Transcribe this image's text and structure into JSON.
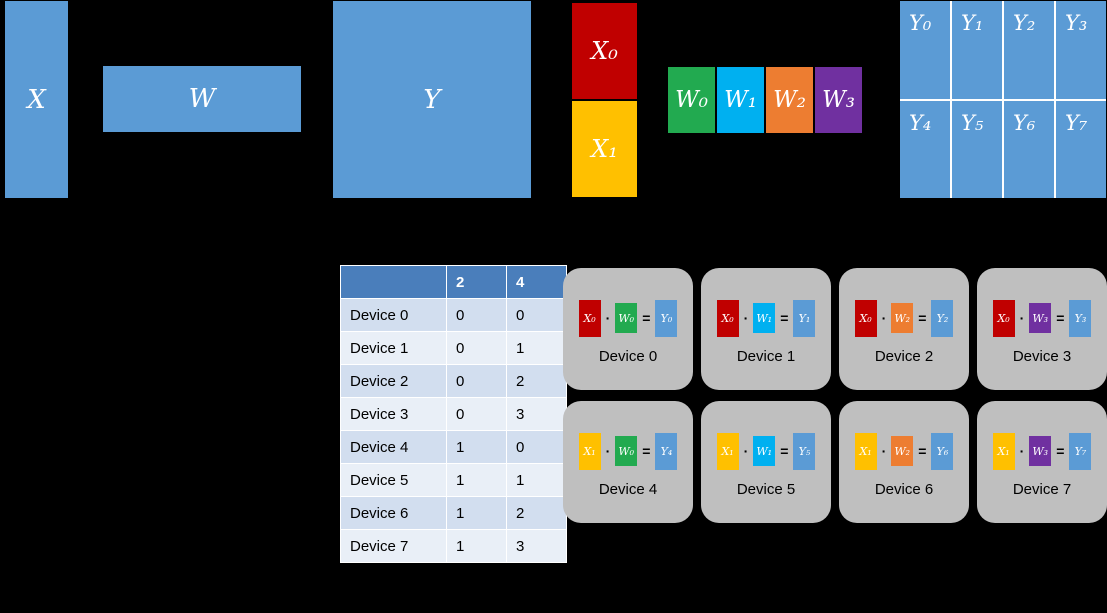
{
  "colors": {
    "matrix_blue": "#5B9BD5",
    "x0_red": "#C00000",
    "x1_yellow": "#FFC000",
    "w0_green": "#22AA50",
    "w1_cyan": "#00B0F0",
    "w2_orange": "#ED7D31",
    "w3_purple": "#7030A0",
    "card_gray": "#BFBFBF",
    "table_header_blue": "#4A7EBB"
  },
  "full_matrices": {
    "x_label": "X",
    "w_label": "W",
    "y_label": "Y"
  },
  "x_shards": [
    {
      "label": "X₀",
      "color": "#C00000"
    },
    {
      "label": "X₁",
      "color": "#FFC000"
    }
  ],
  "w_shards": [
    {
      "label": "W₀",
      "color": "#22AA50"
    },
    {
      "label": "W₁",
      "color": "#00B0F0"
    },
    {
      "label": "W₂",
      "color": "#ED7D31"
    },
    {
      "label": "W₃",
      "color": "#7030A0"
    }
  ],
  "y_shards": [
    {
      "label": "Y₀"
    },
    {
      "label": "Y₁"
    },
    {
      "label": "Y₂"
    },
    {
      "label": "Y₃"
    },
    {
      "label": "Y₄"
    },
    {
      "label": "Y₅"
    },
    {
      "label": "Y₆"
    },
    {
      "label": "Y₇"
    }
  ],
  "table": {
    "headers": [
      "",
      "2",
      "4"
    ],
    "rows": [
      [
        "Device 0",
        "0",
        "0"
      ],
      [
        "Device 1",
        "0",
        "1"
      ],
      [
        "Device 2",
        "0",
        "2"
      ],
      [
        "Device 3",
        "0",
        "3"
      ],
      [
        "Device 4",
        "1",
        "0"
      ],
      [
        "Device 5",
        "1",
        "1"
      ],
      [
        "Device 6",
        "1",
        "2"
      ],
      [
        "Device 7",
        "1",
        "3"
      ]
    ]
  },
  "operators": {
    "dot": "·",
    "eq": "="
  },
  "devices": [
    {
      "name": "Device 0",
      "x_label": "X₀",
      "x_color": "#C00000",
      "w_label": "W₀",
      "w_color": "#22AA50",
      "y_label": "Y₀"
    },
    {
      "name": "Device 1",
      "x_label": "X₀",
      "x_color": "#C00000",
      "w_label": "W₁",
      "w_color": "#00B0F0",
      "y_label": "Y₁"
    },
    {
      "name": "Device 2",
      "x_label": "X₀",
      "x_color": "#C00000",
      "w_label": "W₂",
      "w_color": "#ED7D31",
      "y_label": "Y₂"
    },
    {
      "name": "Device 3",
      "x_label": "X₀",
      "x_color": "#C00000",
      "w_label": "W₃",
      "w_color": "#7030A0",
      "y_label": "Y₃"
    },
    {
      "name": "Device 4",
      "x_label": "X₁",
      "x_color": "#FFC000",
      "w_label": "W₀",
      "w_color": "#22AA50",
      "y_label": "Y₄"
    },
    {
      "name": "Device 5",
      "x_label": "X₁",
      "x_color": "#FFC000",
      "w_label": "W₁",
      "w_color": "#00B0F0",
      "y_label": "Y₅"
    },
    {
      "name": "Device 6",
      "x_label": "X₁",
      "x_color": "#FFC000",
      "w_label": "W₂",
      "w_color": "#ED7D31",
      "y_label": "Y₆"
    },
    {
      "name": "Device 7",
      "x_label": "X₁",
      "x_color": "#FFC000",
      "w_label": "W₃",
      "w_color": "#7030A0",
      "y_label": "Y₇"
    }
  ]
}
